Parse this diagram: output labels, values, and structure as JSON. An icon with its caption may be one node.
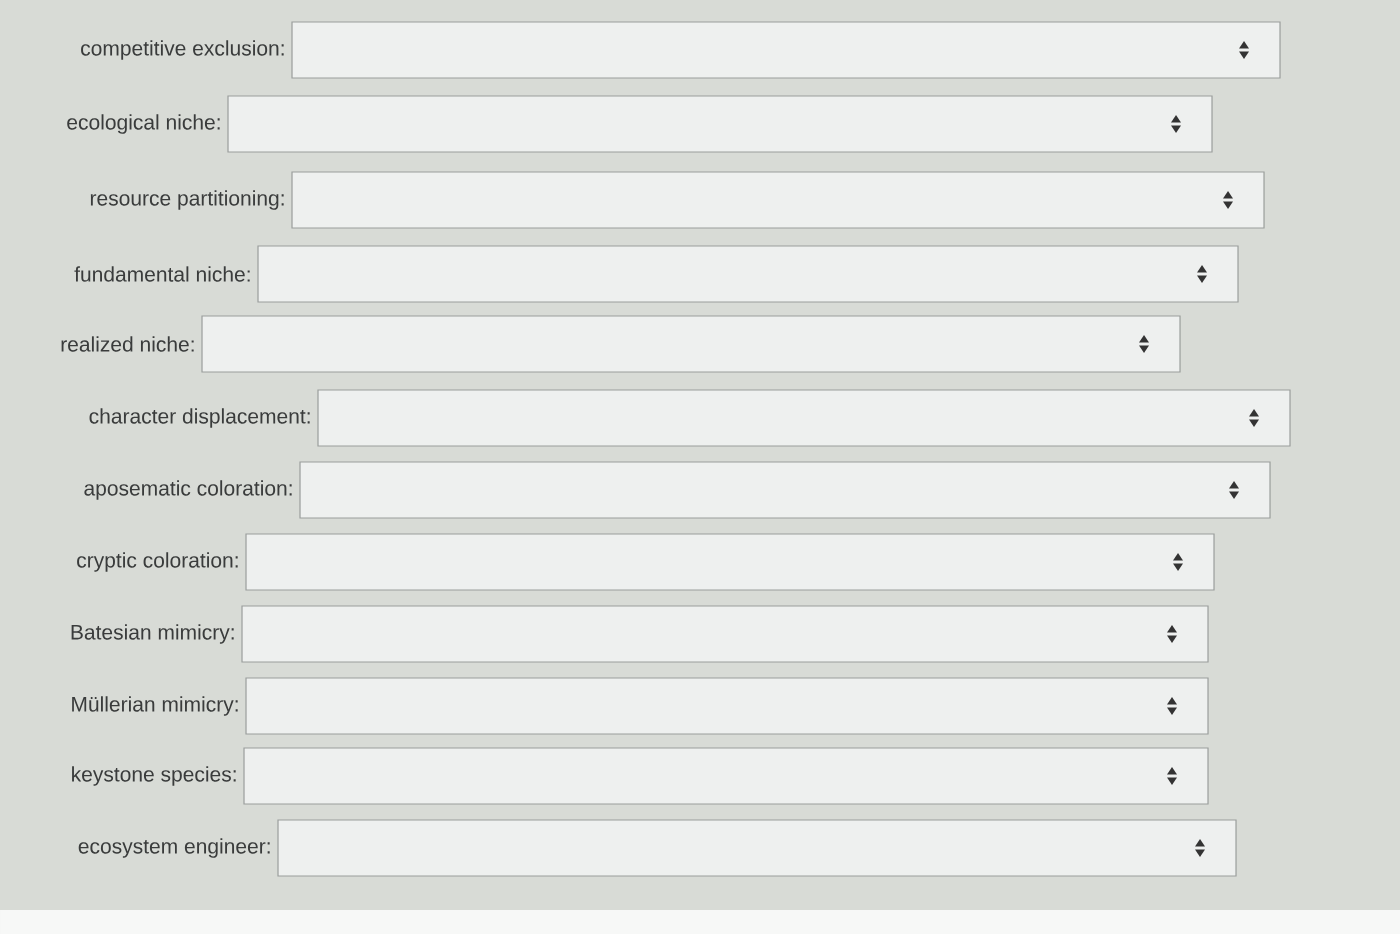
{
  "diagram": {
    "labels": [
      "competitive exclusion:",
      "ecological niche:",
      "resource partitioning:",
      "fundamental niche:",
      "realized niche:",
      "character displacement:",
      "aposematic coloration:",
      "cryptic coloration:",
      "Batesian mimicry:",
      "Müllerian mimicry:",
      "keystone species:",
      "ecosystem engineer:"
    ]
  }
}
